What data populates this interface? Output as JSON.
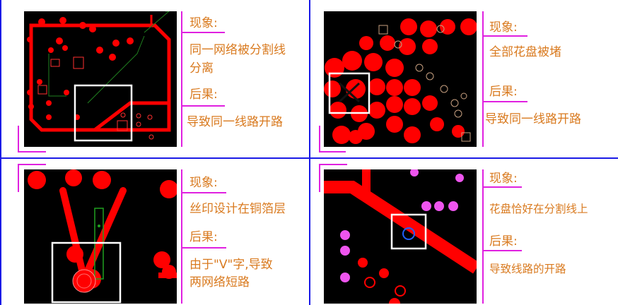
{
  "colors": {
    "text": "#d97a1f",
    "accent_lines": "#e020e0",
    "dividers": "#1a1ae6",
    "pcb_background": "#000000",
    "copper": "#ff0000",
    "highlight_box": "#ffffff"
  },
  "panels": [
    {
      "phenomenon_label": "现象:",
      "phenomenon": [
        "同一网络被分割线",
        "分离"
      ],
      "consequence_label": "后果:",
      "consequence": [
        "导致同一线路开路"
      ]
    },
    {
      "phenomenon_label": "现象:",
      "phenomenon": [
        "全部花盘被堵"
      ],
      "consequence_label": "后果:",
      "consequence": [
        "导致同一线路开路"
      ]
    },
    {
      "phenomenon_label": "现象:",
      "phenomenon": [
        "丝印设计在铜箔层"
      ],
      "consequence_label": "后果:",
      "consequence": [
        "由于\"V\"字,导致",
        "两网络短路"
      ]
    },
    {
      "phenomenon_label": "现象:",
      "phenomenon": [
        "花盘恰好在分割线上"
      ],
      "consequence_label": "后果:",
      "consequence": [
        "导致线路的开路"
      ]
    }
  ]
}
